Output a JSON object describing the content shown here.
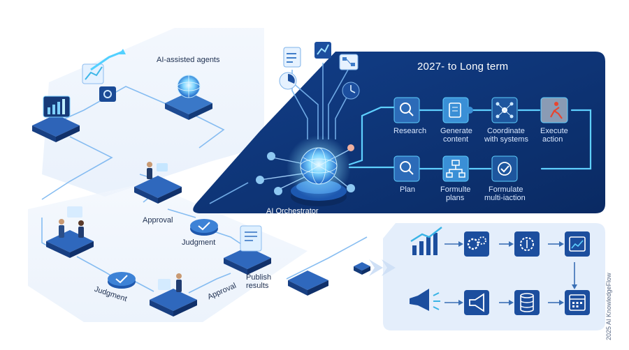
{
  "agents_panel": {
    "title": "AI-assisted agents",
    "approval_top": "Approval",
    "judgment_mid": "Judgment",
    "judgment_bottom": "Judgment",
    "approval_bottom": "Approval",
    "publish_line1": "Publish",
    "publish_line2": "results"
  },
  "orchestrator": {
    "label": "AI Orchestrator"
  },
  "long_term_panel": {
    "title": "2027- to Long term",
    "top_row": [
      {
        "line1": "Research",
        "line2": "",
        "icon": "search-icon"
      },
      {
        "line1": "Generate",
        "line2": "content",
        "icon": "document-edit-icon"
      },
      {
        "line1": "Coordinate",
        "line2": "with systems",
        "icon": "network-icon"
      },
      {
        "line1": "Execute",
        "line2": "action",
        "icon": "running-person-icon"
      }
    ],
    "bottom_row": [
      {
        "line1": "Plan",
        "line2": "",
        "icon": "search-icon"
      },
      {
        "line1": "Formulte",
        "line2": "plans",
        "icon": "hierarchy-icon"
      },
      {
        "line1": "Formulate",
        "line2": "multi-iaction",
        "icon": "check-circle-icon"
      }
    ]
  },
  "workflow_panel": {
    "top_row_icons": [
      "growth-chart-icon",
      "gears-icon",
      "currency-gear-icon",
      "calendar-chart-icon"
    ],
    "bottom_row_icons": [
      "megaphone-icon",
      "announcement-icon",
      "database-icon",
      "calendar-icon"
    ]
  },
  "floating_icons": [
    "document-chart-icon",
    "line-chart-icon",
    "flow-chart-icon",
    "pie-chart-icon",
    "clock-icon"
  ],
  "credit": "2025 AI KnowledgeFlow",
  "colors": {
    "navy": "#0d3477",
    "navy_dark": "#08245a",
    "glow": "#5fd0ff",
    "tile": "#1f4f9e",
    "puzzle": "#2f6bb3",
    "light_panel": "#e8f1fd"
  }
}
